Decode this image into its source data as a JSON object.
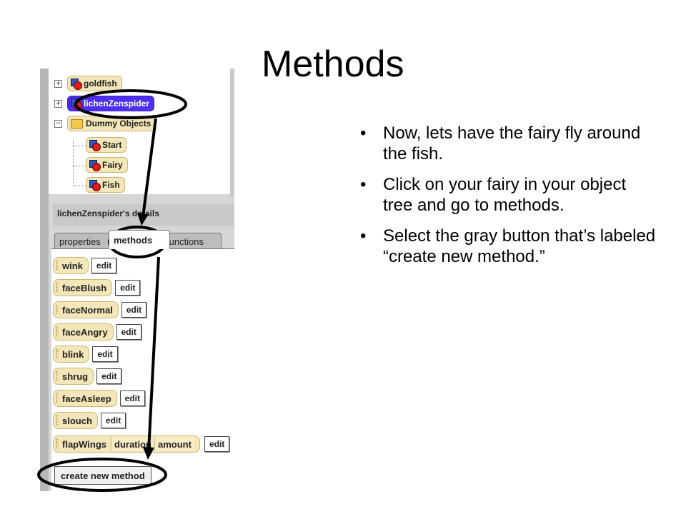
{
  "slide": {
    "title": "Methods",
    "bullets": [
      "Now, lets have the fairy fly around the fish.",
      "Click on your fairy in your object tree and go to methods.",
      "Select the gray button that’s labeled “create new method.”"
    ],
    "bullet_glyph": "•"
  },
  "tree": {
    "items": [
      {
        "label": "goldfish",
        "expander": "+",
        "icon": "object-icon"
      },
      {
        "label": "lichenZenspider",
        "expander": "+",
        "icon": "object-icon",
        "selected": true
      },
      {
        "label": "Dummy Objects",
        "expander": "−",
        "icon": "folder-icon"
      },
      {
        "label": "Start",
        "icon": "object-icon"
      },
      {
        "label": "Fairy",
        "icon": "object-icon"
      },
      {
        "label": "Fish",
        "icon": "object-icon"
      }
    ]
  },
  "details": {
    "header": "lichenZenspider's details",
    "tabs": [
      "properties",
      "methods",
      "functions"
    ],
    "active_tab": "methods",
    "methods": [
      {
        "name": "wink",
        "edit": "edit"
      },
      {
        "name": "faceBlush",
        "edit": "edit"
      },
      {
        "name": "faceNormal",
        "edit": "edit"
      },
      {
        "name": "faceAngry",
        "edit": "edit"
      },
      {
        "name": "blink",
        "edit": "edit"
      },
      {
        "name": "shrug",
        "edit": "edit"
      },
      {
        "name": "faceAsleep",
        "edit": "edit"
      },
      {
        "name": "slouch",
        "edit": "edit"
      },
      {
        "name": "flapWings",
        "params": [
          "duration",
          "amount"
        ],
        "edit": "edit"
      }
    ],
    "create_button": "create new method"
  },
  "colors": {
    "selected_bg": "#4d2ff0",
    "chip_bg": "#f3e6b8",
    "annotation": "#000000"
  }
}
